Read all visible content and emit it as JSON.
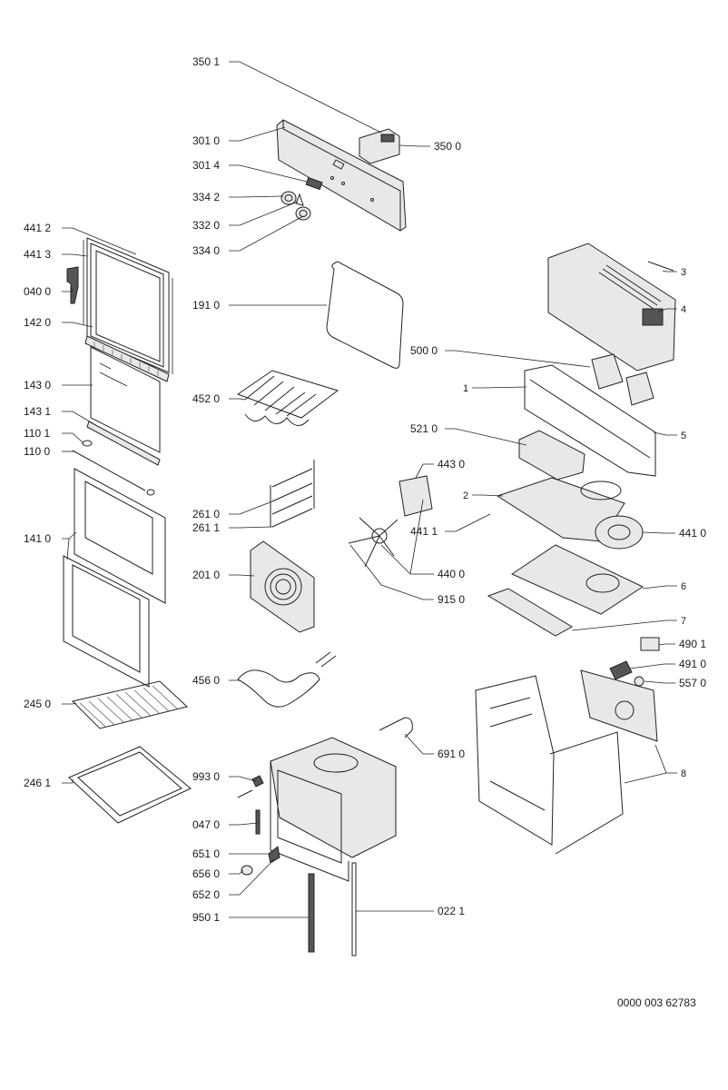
{
  "labels": {
    "l3501": "350 1",
    "l3010": "301 0",
    "l3014": "301 4",
    "l3342": "334 2",
    "l3320": "332 0",
    "l3340": "334 0",
    "l3500": "350 0",
    "l4412": "441 2",
    "l4413": "441 3",
    "l0400": "040 0",
    "l1420": "142 0",
    "l1430": "143 0",
    "l1431": "143 1",
    "l1101": "110 1",
    "l1100": "110 0",
    "l1410": "141 0",
    "l2450": "245 0",
    "l2461": "246 1",
    "l1910": "191 0",
    "l4520": "452 0",
    "l2610": "261 0",
    "l2611": "261 1",
    "l2010": "201 0",
    "l4560": "456 0",
    "l9930": "993 0",
    "l0470": "047 0",
    "l6510": "651 0",
    "l6560": "656 0",
    "l6520": "652 0",
    "l9501": "950 1",
    "l0221": "022 1",
    "l6910": "691 0",
    "l4430": "443 0",
    "l4400": "440 0",
    "l9150": "915 0",
    "l4411": "441 1",
    "l4410": "441 0",
    "l5000": "500 0",
    "l5210": "521 0",
    "l3": "3",
    "l4": "4",
    "l1": "1",
    "l5": "5",
    "l2": "2",
    "l6": "6",
    "l7": "7",
    "l4901": "490 1",
    "l4910": "491 0",
    "l5570": "557 0",
    "l8": "8"
  },
  "drawing_number": "0000 003 62783"
}
